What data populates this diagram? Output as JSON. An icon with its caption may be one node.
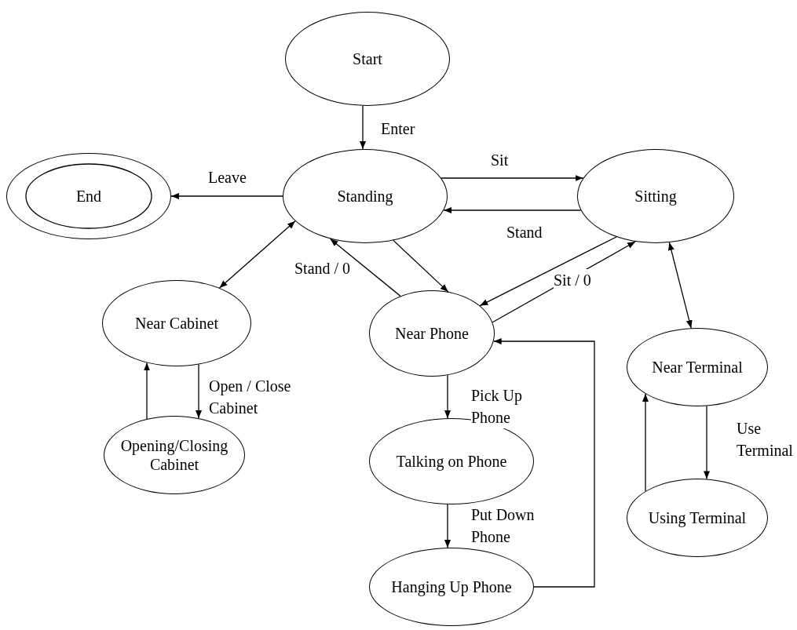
{
  "diagram": {
    "nodes": [
      {
        "text": [
          "Start"
        ]
      },
      {
        "text": [
          "End"
        ]
      },
      {
        "text": [
          "Standing"
        ]
      },
      {
        "text": [
          "Sitting"
        ]
      },
      {
        "text": [
          "Near Cabinet"
        ]
      },
      {
        "text": [
          "Near Phone"
        ]
      },
      {
        "text": [
          "Near Terminal"
        ]
      },
      {
        "text": [
          "Opening/Closing Cabinet"
        ]
      },
      {
        "text": [
          "Talking on Phone"
        ]
      },
      {
        "text": [
          "Using Terminal"
        ]
      },
      {
        "text": [
          "Hanging Up Phone"
        ]
      }
    ],
    "edges": [
      {
        "from": 0,
        "to": 2,
        "arrow": "to",
        "label": "Enter"
      },
      {
        "from": 2,
        "to": 1,
        "arrow": "to",
        "label": "Leave"
      },
      {
        "from": 2,
        "to": 3,
        "arrow": "to",
        "label": "Sit"
      },
      {
        "from": 3,
        "to": 2,
        "arrow": "to",
        "label": "Stand"
      },
      {
        "from": 2,
        "to": 4,
        "arrow": "both"
      },
      {
        "from": 2,
        "to": 5,
        "arrow": "to"
      },
      {
        "from": 5,
        "to": 2,
        "arrow": "to",
        "label": "Stand / 0"
      },
      {
        "from": 3,
        "to": 5,
        "arrow": "to"
      },
      {
        "from": 5,
        "to": 3,
        "arrow": "to",
        "label": "Sit / 0"
      },
      {
        "from": 3,
        "to": 6,
        "arrow": "both"
      },
      {
        "from": 4,
        "to": 7,
        "arrow": "to",
        "label": "Open / Close Cabinet"
      },
      {
        "from": 7,
        "to": 4,
        "arrow": "to"
      },
      {
        "from": 5,
        "to": 8,
        "arrow": "to",
        "label": "Pick Up Phone"
      },
      {
        "from": 8,
        "to": 10,
        "arrow": "to",
        "label": "Put Down Phone"
      },
      {
        "from": 10,
        "to": 5,
        "arrow": "to"
      },
      {
        "from": 6,
        "to": 9,
        "arrow": "to",
        "label": "Use Terminal"
      },
      {
        "from": 9,
        "to": 6,
        "arrow": "to"
      }
    ]
  }
}
